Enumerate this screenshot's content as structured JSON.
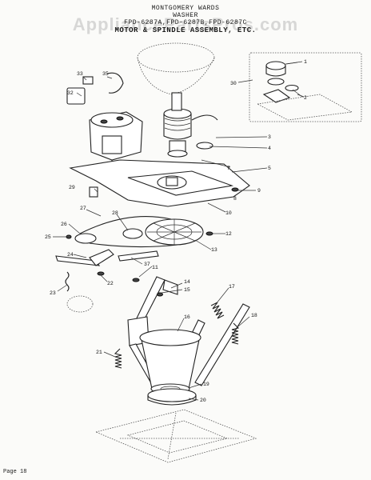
{
  "header": {
    "brand": "MONTGOMERY WARDS",
    "product": "WASHER",
    "models": "FPD-6287A,FPD-6287B,FPD-6287C",
    "section": "MOTOR & SPINDLE ASSEMBLY, ETC."
  },
  "watermark": "AppliancePartsPros.com",
  "footer": {
    "page": "Page 18"
  },
  "callouts": [
    "1",
    "2",
    "3",
    "4",
    "5",
    "7",
    "8",
    "9",
    "10",
    "11",
    "12",
    "13",
    "14",
    "15",
    "16",
    "17",
    "18",
    "19",
    "20",
    "21",
    "22",
    "23",
    "24",
    "25",
    "26",
    "27",
    "28",
    "29",
    "30",
    "32",
    "33",
    "35",
    "37"
  ]
}
